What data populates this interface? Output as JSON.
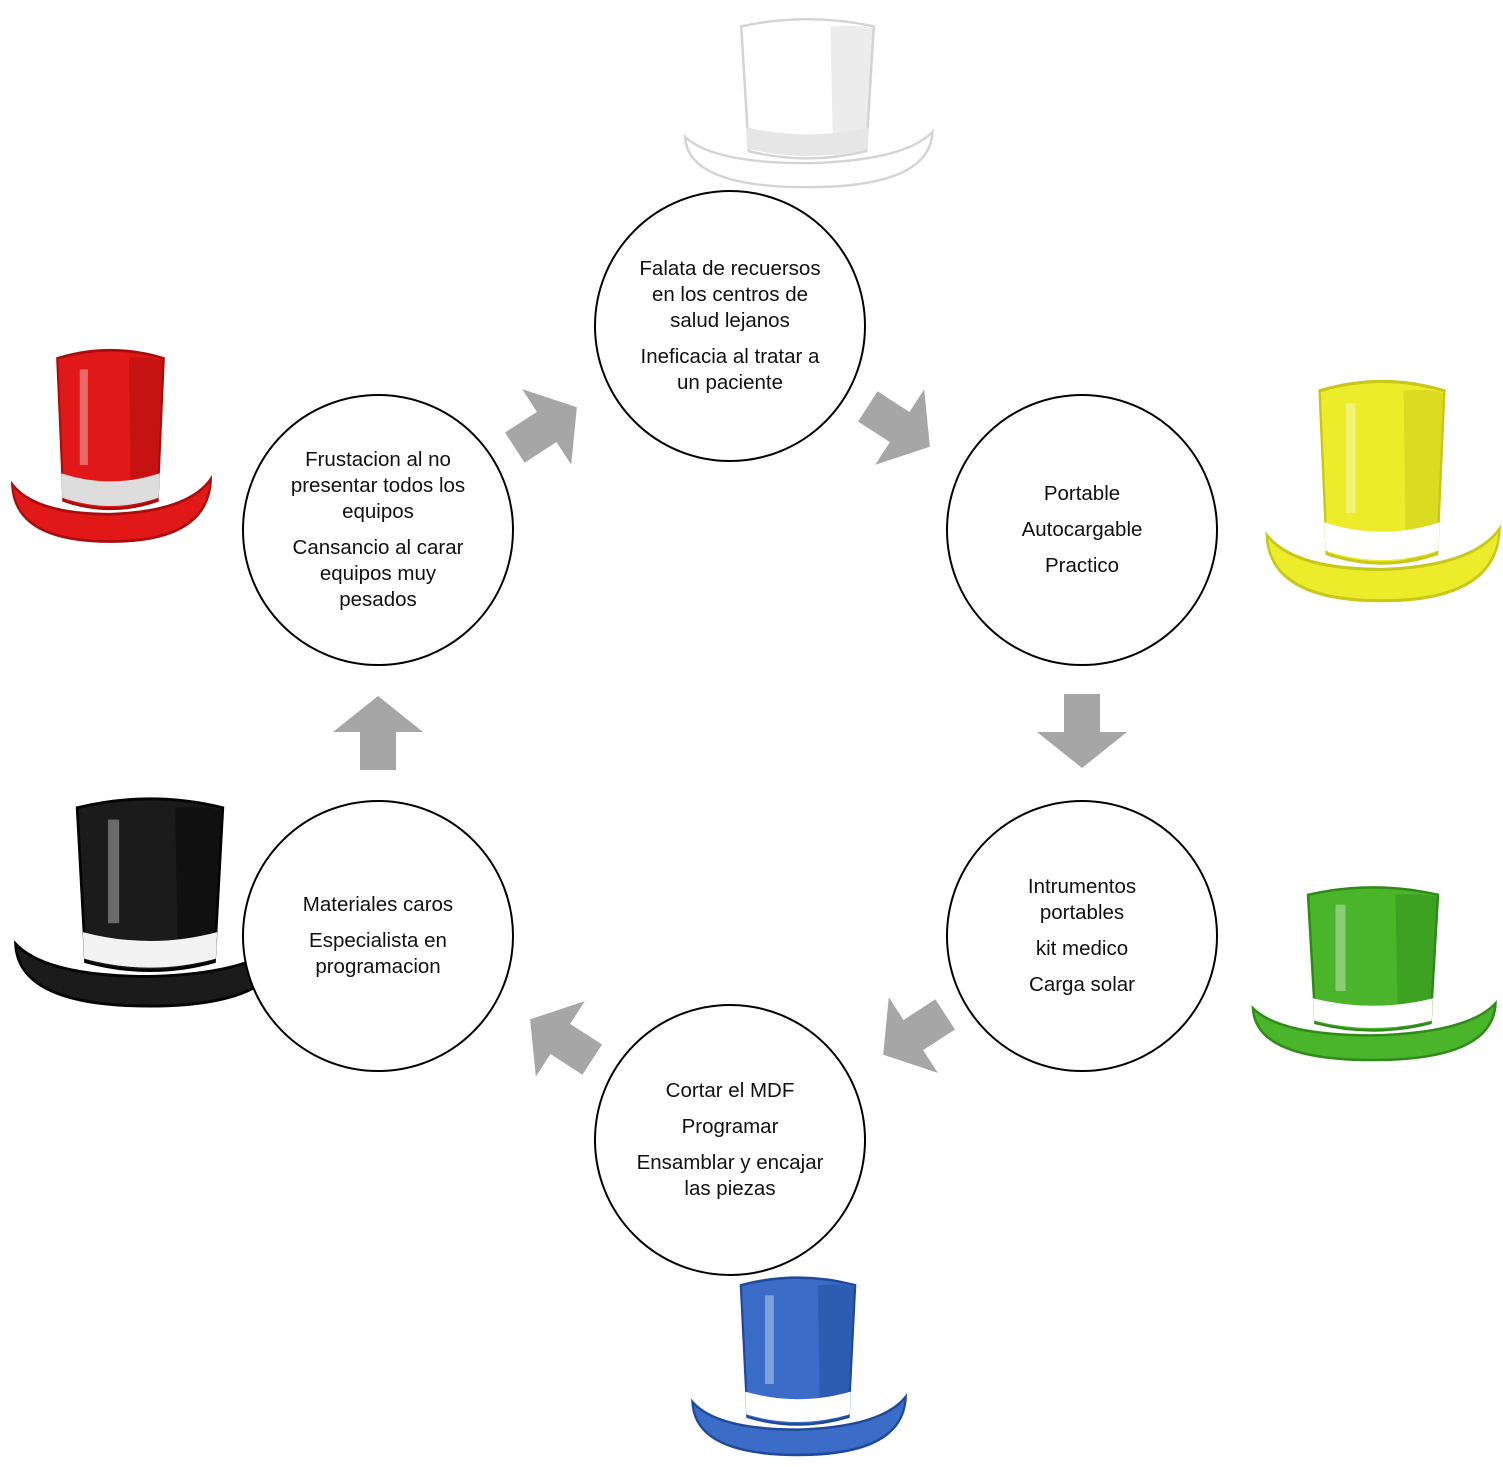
{
  "colors": {
    "circle_stroke": "#000000",
    "arrow_fill": "#a6a6a6",
    "text": "#111111"
  },
  "nodes": [
    {
      "id": "white-hat-node",
      "hat": "white-hat-icon",
      "lines": [
        "Falata de recuersos en los centros de salud lejanos",
        "Ineficacia al tratar a un paciente"
      ]
    },
    {
      "id": "yellow-hat-node",
      "hat": "yellow-hat-icon",
      "lines": [
        "Portable",
        "Autocargable",
        "Practico"
      ]
    },
    {
      "id": "green-hat-node",
      "hat": "green-hat-icon",
      "lines": [
        "Intrumentos portables",
        "kit medico",
        "Carga solar"
      ]
    },
    {
      "id": "blue-hat-node",
      "hat": "blue-hat-icon",
      "lines": [
        "Cortar el MDF",
        "Programar",
        "Ensamblar y encajar las piezas"
      ]
    },
    {
      "id": "black-hat-node",
      "hat": "black-hat-icon",
      "lines": [
        "Materiales caros",
        "Especialista en programacion"
      ]
    },
    {
      "id": "red-hat-node",
      "hat": "red-hat-icon",
      "lines": [
        "Frustacion al no presentar todos los equipos",
        "Cansancio al carar equipos muy pesados"
      ]
    }
  ],
  "hats": [
    {
      "name": "white-hat-icon",
      "color": "#ffffff",
      "shade": "#d4d4d4",
      "band": "#e6e6e6"
    },
    {
      "name": "yellow-hat-icon",
      "color": "#ecec2a",
      "shade": "#c8c818",
      "band": "#ffffff"
    },
    {
      "name": "green-hat-icon",
      "color": "#4ab42a",
      "shade": "#2f8a18",
      "band": "#ffffff"
    },
    {
      "name": "blue-hat-icon",
      "color": "#3a6cc8",
      "shade": "#1f4a9a",
      "band": "#ffffff"
    },
    {
      "name": "black-hat-icon",
      "color": "#1b1b1b",
      "shade": "#050505",
      "band": "#f2f2f2"
    },
    {
      "name": "red-hat-icon",
      "color": "#e01818",
      "shade": "#a80c0c",
      "band": "#dddddd"
    }
  ]
}
